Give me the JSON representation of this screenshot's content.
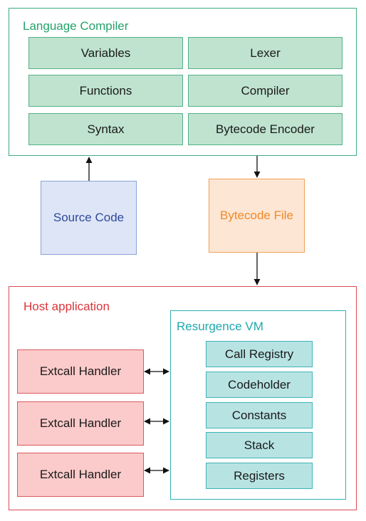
{
  "compiler": {
    "title": "Language Compiler",
    "modules": [
      "Variables",
      "Lexer",
      "Functions",
      "Compiler",
      "Syntax",
      "Bytecode Encoder"
    ]
  },
  "source": {
    "label": "Source Code"
  },
  "bytecode": {
    "label": "Bytecode File"
  },
  "host": {
    "title": "Host application",
    "handlers": [
      "Extcall Handler",
      "Extcall Handler",
      "Extcall Handler"
    ]
  },
  "vm": {
    "title": "Resurgence VM",
    "components": [
      "Call Registry",
      "Codeholder",
      "Constants",
      "Stack",
      "Registers"
    ]
  },
  "colors": {
    "compiler_accent": "#23a36a",
    "source_text": "#2f4a9a",
    "bytecode_text": "#ef8a2a",
    "host_accent": "#d9353b",
    "vm_accent": "#1fa9ad"
  }
}
